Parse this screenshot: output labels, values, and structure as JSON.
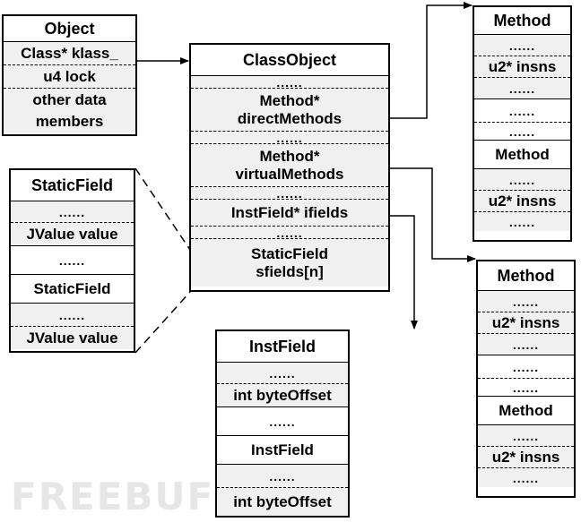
{
  "watermark": "FREEBUF",
  "object": {
    "title": "Object",
    "fields": [
      "Class* klass_",
      "u4 lock",
      "other data",
      "members"
    ]
  },
  "class_object": {
    "title": "ClassObject",
    "dots": "......",
    "direct_methods": [
      "Method*",
      "directMethods"
    ],
    "virtual_methods": [
      "Method*",
      "virtualMethods"
    ],
    "ifields": "InstField* ifields",
    "sfields": [
      "StaticField",
      "sfields[n]"
    ]
  },
  "method_group_1": {
    "title_a": "Method",
    "dots": "......",
    "insns": "u2* insns",
    "title_b": "Method"
  },
  "method_group_2": {
    "title_a": "Method",
    "dots": "......",
    "insns": "u2* insns",
    "title_b": "Method"
  },
  "static_field": {
    "title_a": "StaticField",
    "dots": "......",
    "value": "JValue value",
    "title_b": "StaticField"
  },
  "inst_field": {
    "title_a": "InstField",
    "dots": "......",
    "offset": "int byteOffset",
    "title_b": "InstField"
  }
}
